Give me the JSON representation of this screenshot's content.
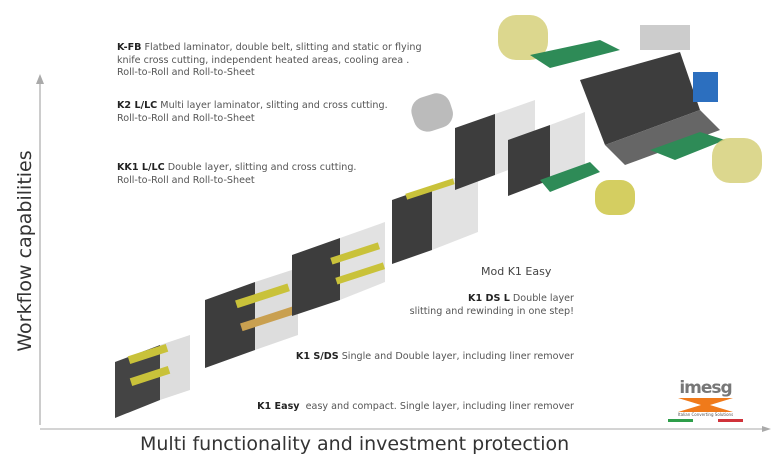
{
  "axes": {
    "y_label": "Workflow capabilities",
    "x_label": "Multi functionality and investment protection"
  },
  "machines": [
    {
      "model": "K-FB",
      "lines": [
        "Flatbed laminator, double belt, slitting and static or flying",
        "knife cross cutting, independent heated areas, cooling area .",
        "Roll-to-Roll and Roll-to-Sheet"
      ]
    },
    {
      "model": "K2 L/LC",
      "lines": [
        "Multi layer laminator, slitting and cross cutting.",
        "Roll-to-Roll and Roll-to-Sheet"
      ]
    },
    {
      "model": "KK1 L/LC",
      "lines": [
        "Double layer, slitting and cross cutting.",
        "Roll-to-Roll and Roll-to-Sheet"
      ]
    },
    {
      "model": "K1 DS L",
      "lines": [
        "Double layer",
        "slitting and rewinding in one step!"
      ]
    },
    {
      "model": "K1 S/DS",
      "lines": [
        "Single and Double layer, including liner remover"
      ]
    },
    {
      "model": "K1 Easy",
      "lines": [
        "easy and compact. Single layer, including liner remover"
      ]
    }
  ],
  "mod_label": "Mod K1 Easy",
  "logo": {
    "name": "imesg",
    "tagline": "Italian Converting Solutions"
  },
  "colors": {
    "axis": "#aaaaaa",
    "machine_dark": "#3d3d3d",
    "machine_light": "#dcdcdc",
    "roll": "#c9c23a",
    "belt": "#2e8b57",
    "flag_green": "#2e9e4a",
    "flag_red": "#d0323a"
  }
}
